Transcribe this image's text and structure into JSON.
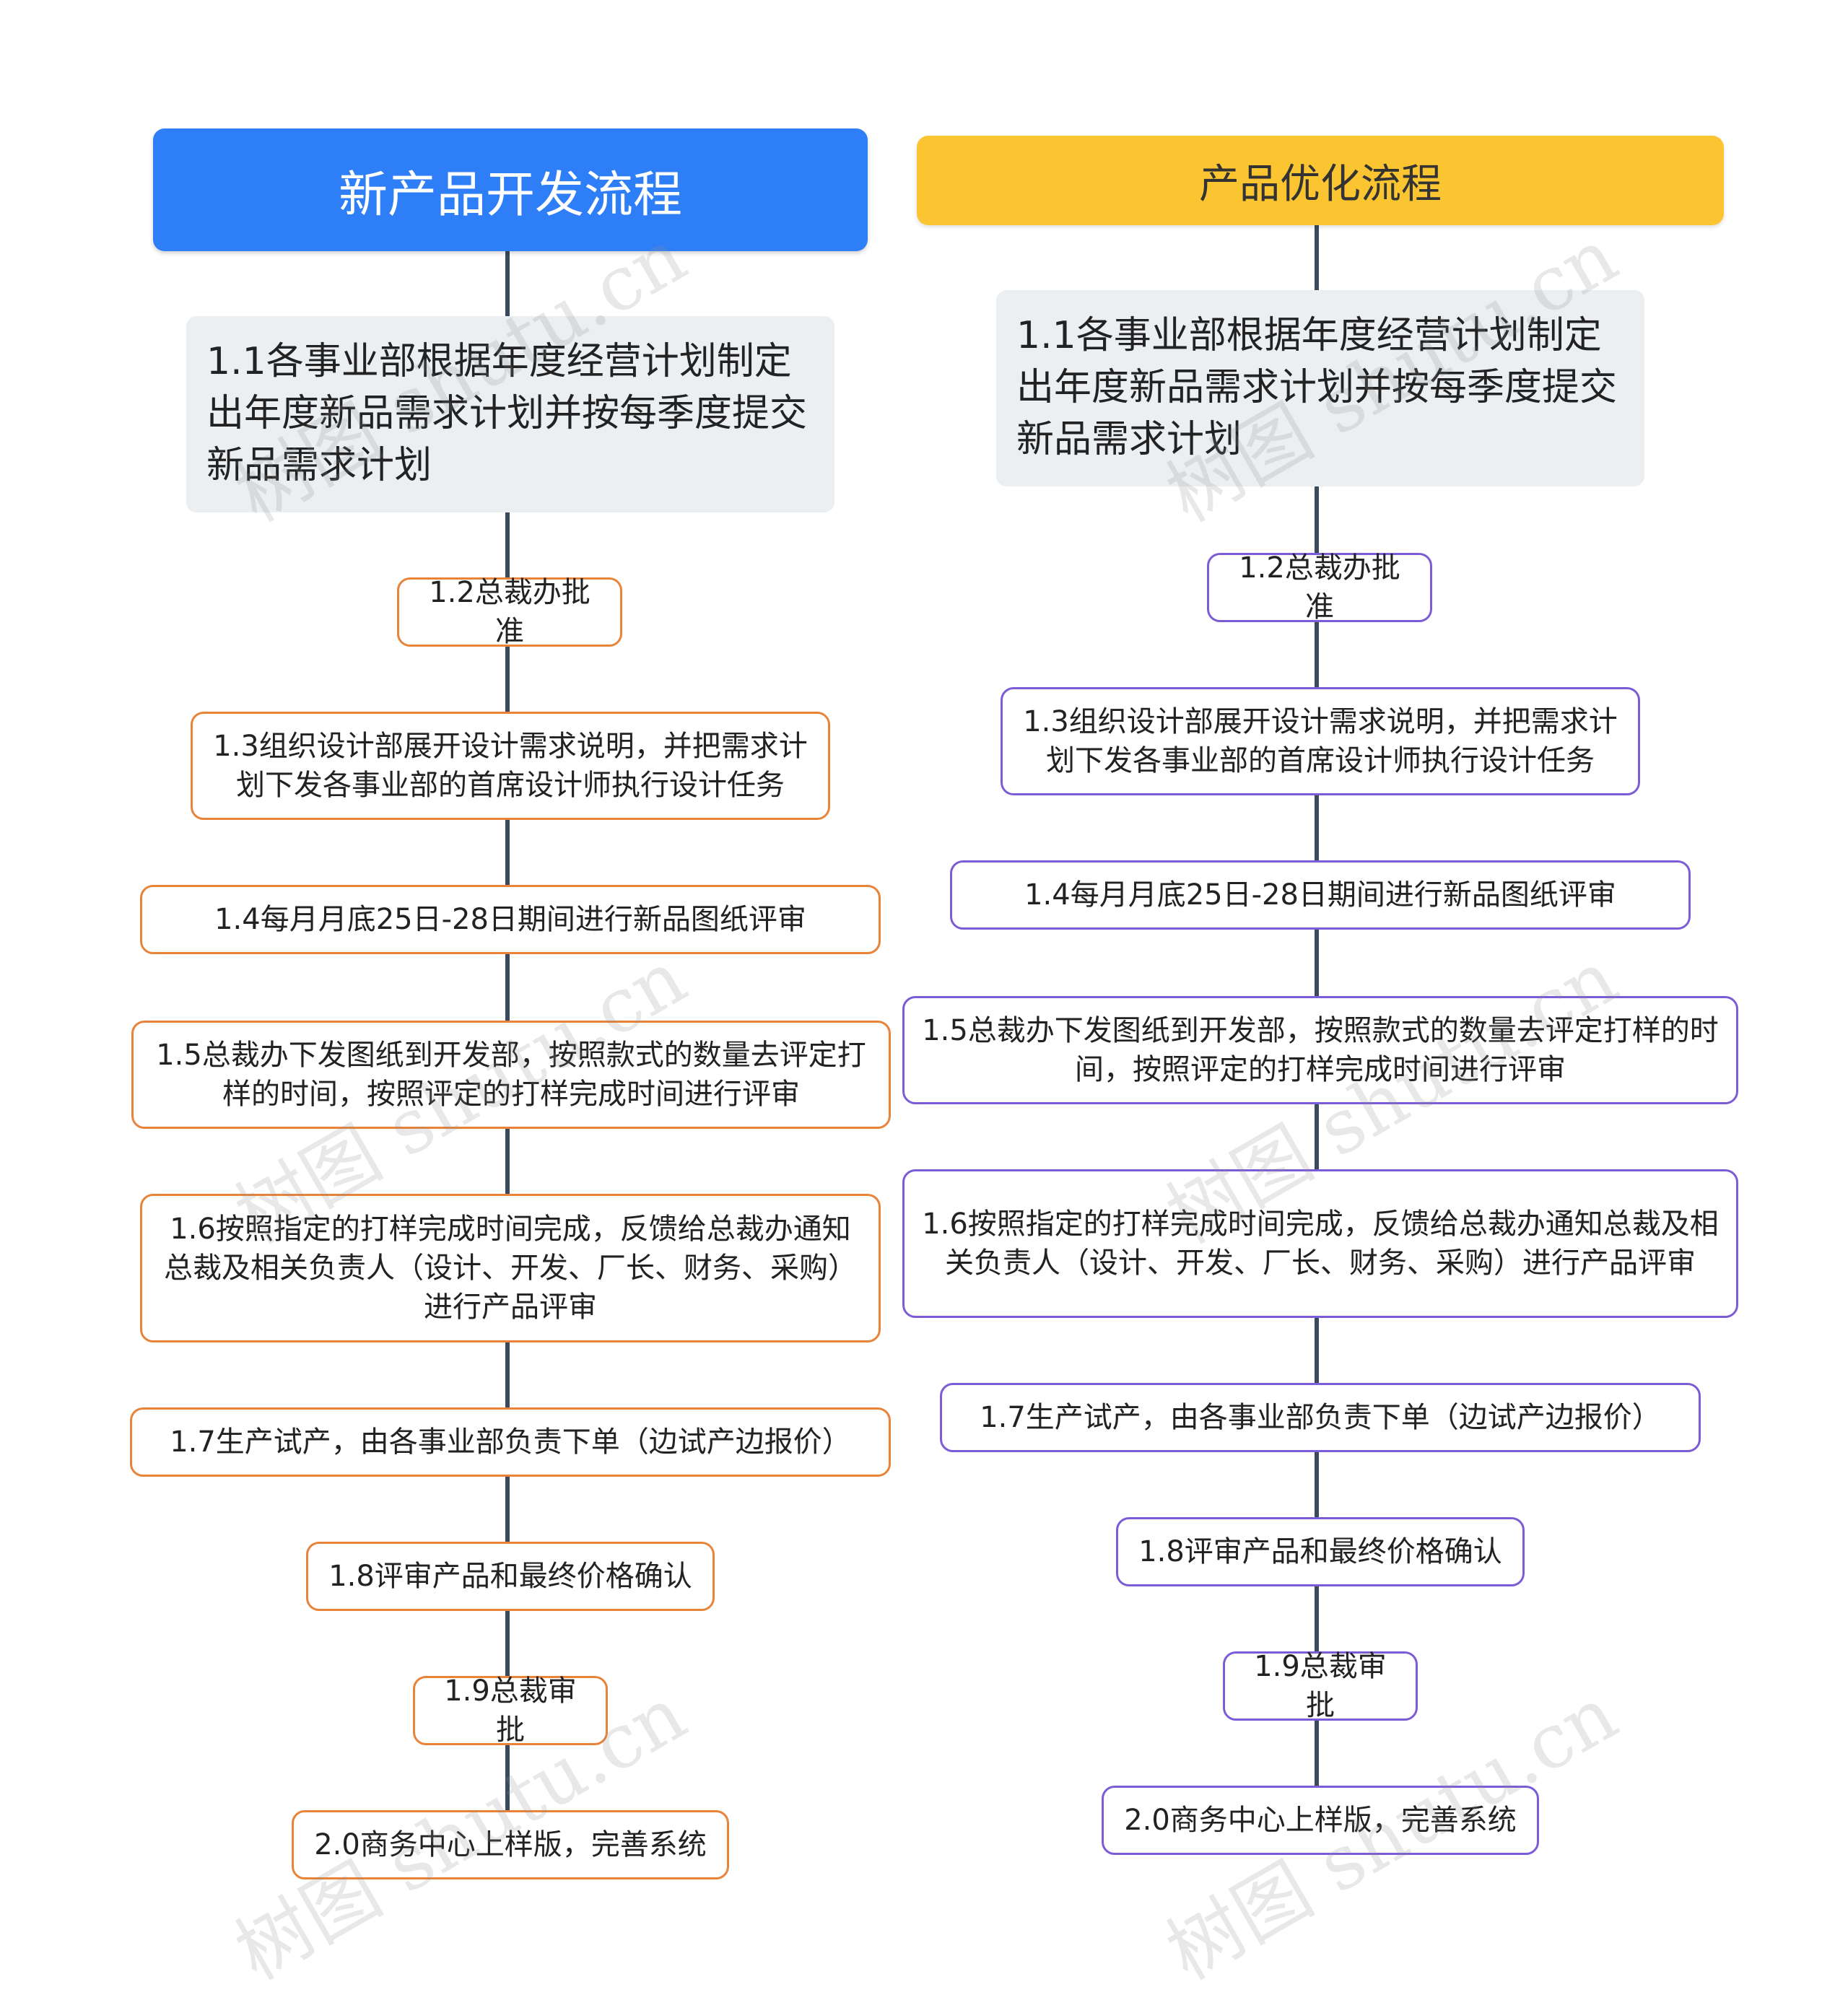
{
  "flows": [
    {
      "title": "新产品开发流程",
      "steps": [
        "1.1各事业部根据年度经营计划制定出年度新品需求计划并按每季度提交新品需求计划",
        "1.2总裁办批准",
        "1.3组织设计部展开设计需求说明，并把需求计划下发各事业部的首席设计师执行设计任务",
        "1.4每月月底25日-28日期间进行新品图纸评审",
        "1.5总裁办下发图纸到开发部，按照款式的数量去评定打样的时间，按照评定的打样完成时间进行评审",
        "1.6按照指定的打样完成时间完成，反馈给总裁办通知总裁及相关负责人（设计、开发、厂长、财务、采购）进行产品评审",
        "1.7生产试产，由各事业部负责下单（边试产边报价）",
        "1.8评审产品和最终价格确认",
        "1.9总裁审批",
        "2.0商务中心上样版，完善系统"
      ]
    },
    {
      "title": "产品优化流程",
      "steps": [
        "1.1各事业部根据年度经营计划制定出年度新品需求计划并按每季度提交新品需求计划",
        "1.2总裁办批准",
        "1.3组织设计部展开设计需求说明，并把需求计划下发各事业部的首席设计师执行设计任务",
        "1.4每月月底25日-28日期间进行新品图纸评审",
        "1.5总裁办下发图纸到开发部，按照款式的数量去评定打样的时间，按照评定的打样完成时间进行评审",
        "1.6按照指定的打样完成时间完成，反馈给总裁办通知总裁及相关负责人（设计、开发、厂长、财务、采购）进行产品评审",
        "1.7生产试产，由各事业部负责下单（边试产边报价）",
        "1.8评审产品和最终价格确认",
        "1.9总裁审批",
        "2.0商务中心上样版，完善系统"
      ]
    }
  ],
  "watermark": "树图 shutu.cn",
  "colors": {
    "left_root": "#2e7ff7",
    "right_root": "#fbc531",
    "left_border": "#e8833a",
    "right_border": "#7b5cd6",
    "connector": "#3a4a5c"
  }
}
